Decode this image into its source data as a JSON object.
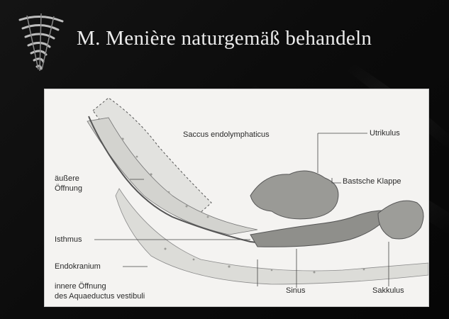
{
  "slide": {
    "title": "M. Menière naturgemäß behandeln"
  },
  "logo": {
    "icon": "spiral-shell-icon"
  },
  "figure": {
    "labels": {
      "saccus": "Saccus endolymphaticus",
      "utrikulus": "Utrikulus",
      "aeussere_line1": "äußere",
      "aeussere_line2": "Öffnung",
      "bastsche": "Bastsche Klappe",
      "isthmus": "Isthmus",
      "endokranium": "Endokranium",
      "innere_line1": "innere Öffnung",
      "innere_line2": "des Aquaeductus vestibuli",
      "sinus": "Sinus",
      "sakkulus": "Sakkulus"
    }
  }
}
